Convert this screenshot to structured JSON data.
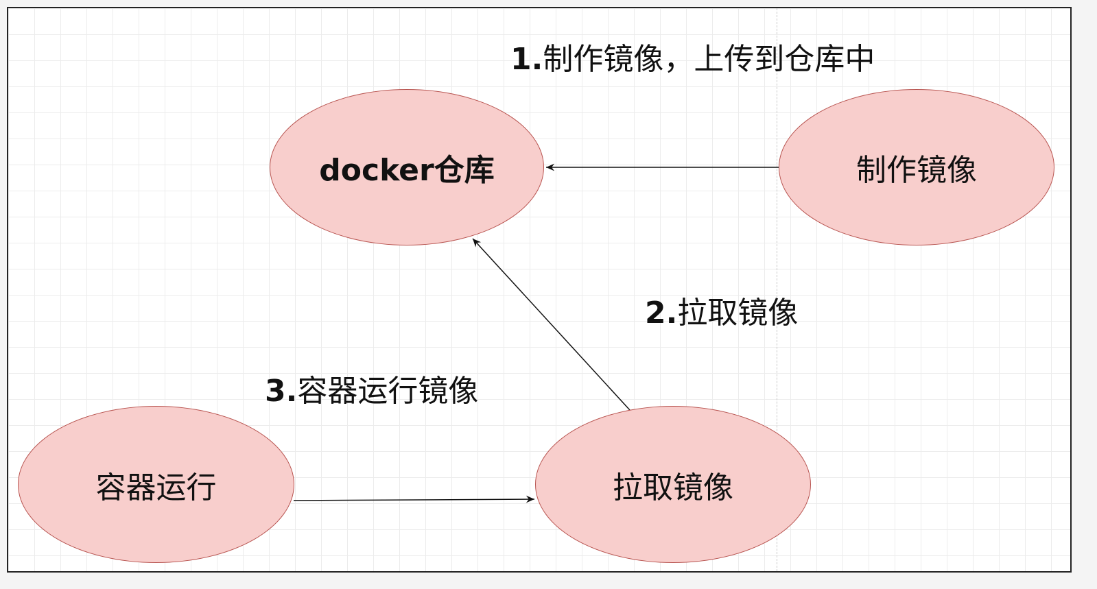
{
  "nodes": {
    "registry": "docker仓库",
    "build": "制作镜像",
    "pull": "拉取镜像",
    "run": "容器运行"
  },
  "steps": [
    {
      "num": "1.",
      "text": "制作镜像，上传到仓库中"
    },
    {
      "num": "2.",
      "text": "拉取镜像"
    },
    {
      "num": "3.",
      "text": "容器运行镜像"
    }
  ],
  "colors": {
    "node_fill": "#f8cecc",
    "node_stroke": "#b85450",
    "edge": "#111111"
  }
}
